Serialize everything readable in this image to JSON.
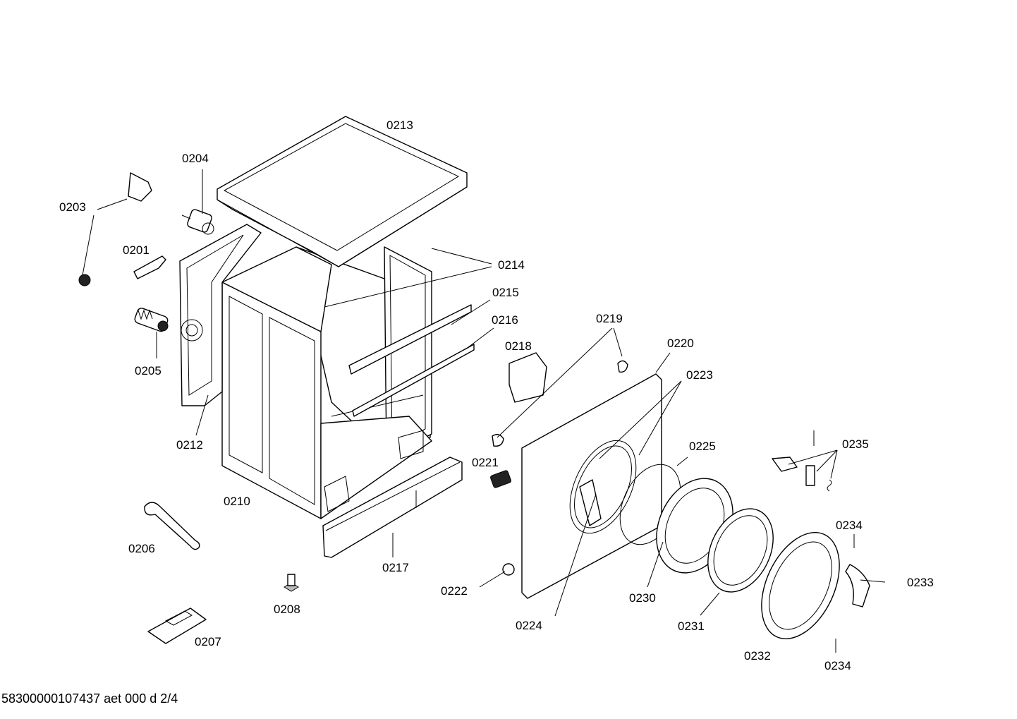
{
  "diagram": {
    "footer_code": "58300000107437 aet 000 d 2/4",
    "labels": [
      {
        "id": "0201",
        "text": "0201"
      },
      {
        "id": "0203",
        "text": "0203"
      },
      {
        "id": "0204",
        "text": "0204"
      },
      {
        "id": "0205",
        "text": "0205"
      },
      {
        "id": "0206",
        "text": "0206"
      },
      {
        "id": "0207",
        "text": "0207"
      },
      {
        "id": "0208",
        "text": "0208"
      },
      {
        "id": "0210",
        "text": "0210"
      },
      {
        "id": "0212",
        "text": "0212"
      },
      {
        "id": "0213",
        "text": "0213"
      },
      {
        "id": "0214",
        "text": "0214"
      },
      {
        "id": "0215",
        "text": "0215"
      },
      {
        "id": "0216",
        "text": "0216"
      },
      {
        "id": "0217",
        "text": "0217"
      },
      {
        "id": "0218",
        "text": "0218"
      },
      {
        "id": "0219",
        "text": "0219"
      },
      {
        "id": "0220",
        "text": "0220"
      },
      {
        "id": "0221",
        "text": "0221"
      },
      {
        "id": "0222",
        "text": "0222"
      },
      {
        "id": "0223",
        "text": "0223"
      },
      {
        "id": "0224",
        "text": "0224"
      },
      {
        "id": "0225",
        "text": "0225"
      },
      {
        "id": "0230",
        "text": "0230"
      },
      {
        "id": "0231",
        "text": "0231"
      },
      {
        "id": "0232",
        "text": "0232"
      },
      {
        "id": "0233",
        "text": "0233"
      },
      {
        "id": "0234a",
        "text": "0234"
      },
      {
        "id": "0234b",
        "text": "0234"
      },
      {
        "id": "0235",
        "text": "0235"
      }
    ]
  }
}
